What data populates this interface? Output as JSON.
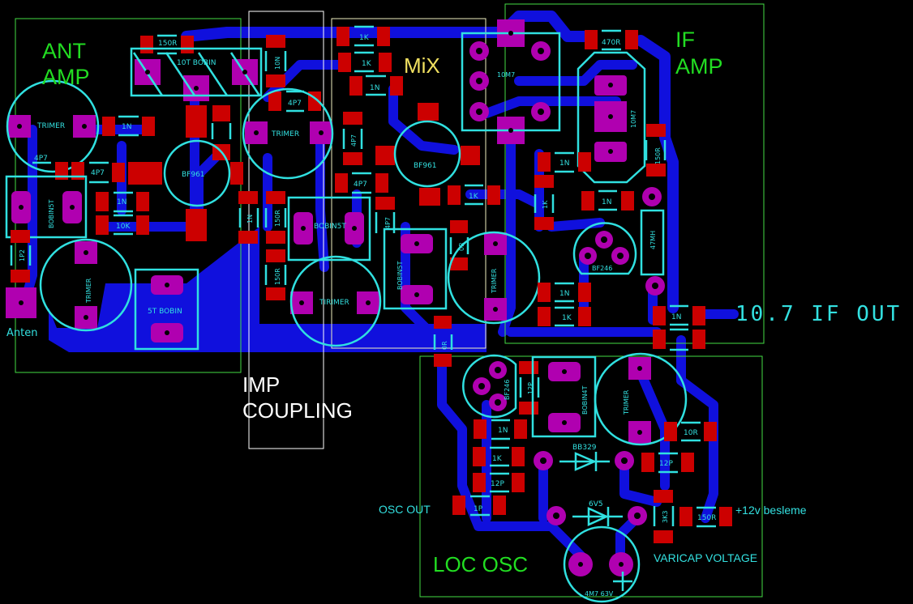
{
  "sections": {
    "ant_amp": [
      "ANT",
      "AMP"
    ],
    "mix": "MiX",
    "if_amp": [
      "IF",
      "AMP"
    ],
    "imp_coupling": [
      "IMP",
      "COUPLING"
    ],
    "loc_osc": "LOC OSC"
  },
  "notes": {
    "if_out": "10.7 IF OUT",
    "anten": "Anten",
    "osc_out": "OSC OUT",
    "supply": "+12v besleme",
    "varicap": "VARICAP VOLTAGE"
  },
  "components": {
    "ant_trimer": "TRIMER",
    "ant_c_1n": "1N",
    "ant_c_4p7_a": "4P7",
    "ant_c_4p7_b": "4P7",
    "ant_r_150r": "150R",
    "ant_bobin_10t": "10T BOBIN",
    "ant_bf961": "BF961",
    "ant_bobin5t": "BOBIN5T",
    "ant_c_1n_b": "1N",
    "ant_r_10k": "10K",
    "ant_c_1p2": "1P2",
    "ant_trimer_2": "TRIMER",
    "ant_bobin_5t": "5T BOBIN",
    "imp_c_10n": "10N",
    "imp_c_4p7": "4P7",
    "imp_trimer": "TRIMER",
    "imp_c_1n": "1N",
    "imp_r_150r_a": "150R",
    "imp_r_150r_b": "150R",
    "imp_bobin5t": "BOBIN5T",
    "imp_trimer_2": "TIRIMER",
    "mix_r_1k_a": "1K",
    "mix_r_1k_b": "1K",
    "mix_c_1n": "1N",
    "mix_c_4p7_a": "4P7",
    "mix_c_4p7_b": "4P7",
    "mix_c_4p7_c": "4P7",
    "mix_bf961": "BF961",
    "mix_r_1k_c": "1K",
    "mix_bobin5t": "BOBIN5T",
    "mix_r_0r_a": "0R",
    "mix_r_0r_b": "0R",
    "mix_trimer": "TRIMER",
    "mix_filter": "10M7",
    "if_r_470r": "470R",
    "if_filter": "10M7",
    "if_r_150r": "150R",
    "if_c_1n_a": "1N",
    "if_r_1k_a": "1K",
    "if_c_1n_b": "1N",
    "if_bf246": "BF246",
    "if_l_47mh": "47MH",
    "if_c_1n_c": "1N",
    "if_r_1k_b": "1K",
    "if_c_1n_out": "1N",
    "osc_bf246": "BF246",
    "osc_c_12p_a": "12P",
    "osc_bobin4t": "BOBIN4T",
    "osc_trimer": "TRIMER",
    "osc_c_1n": "1N",
    "osc_r_1k": "1K",
    "osc_c_12p_b": "12P",
    "osc_c_1p": "1P",
    "osc_bb329": "BB329",
    "osc_r_10r": "10R",
    "osc_c_12p_c": "12P",
    "osc_zener": "6V5",
    "osc_r_3k3": "3K3",
    "osc_r_150r": "150R",
    "osc_cap": "4M7 63V"
  },
  "colors": {
    "background": "#000000",
    "trace": "#1010dd",
    "smd_pad": "#cc0000",
    "through_hole_pad": "#b000b0",
    "silkscreen": "#30e0e0",
    "section_green": "#22dd22",
    "section_yellow": "#f0e060"
  }
}
